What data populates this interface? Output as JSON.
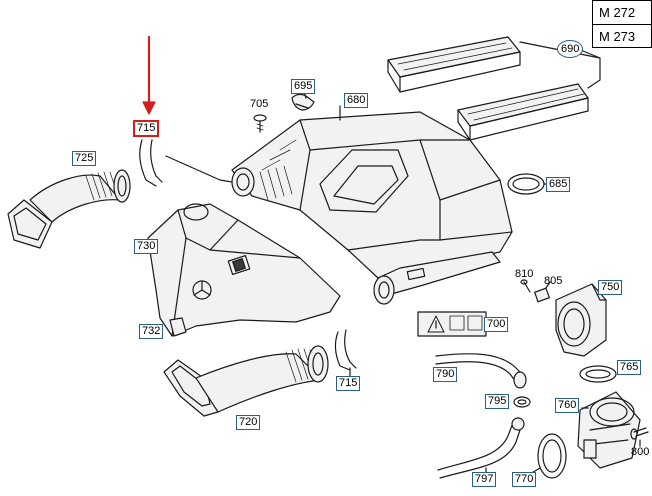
{
  "models": [
    "M 272",
    "M 273"
  ],
  "callouts": {
    "c690": "690",
    "c695": "695",
    "c705": "705",
    "c680": "680",
    "c715a": "715",
    "c725": "725",
    "c685": "685",
    "c730": "730",
    "c810": "810",
    "c805": "805",
    "c750": "750",
    "c700": "700",
    "c732": "732",
    "c765": "765",
    "c790": "790",
    "c715b": "715",
    "c795": "795",
    "c760": "760",
    "c720": "720",
    "c797": "797",
    "c770": "770",
    "c800": "800"
  },
  "colors": {
    "callout_border": "#2a5f86",
    "highlight": "#d41c1c",
    "arrow": "#d41c1c"
  },
  "icons": [
    "red-arrow-icon",
    "mercedes-star-icon",
    "warning-label-icon"
  ]
}
